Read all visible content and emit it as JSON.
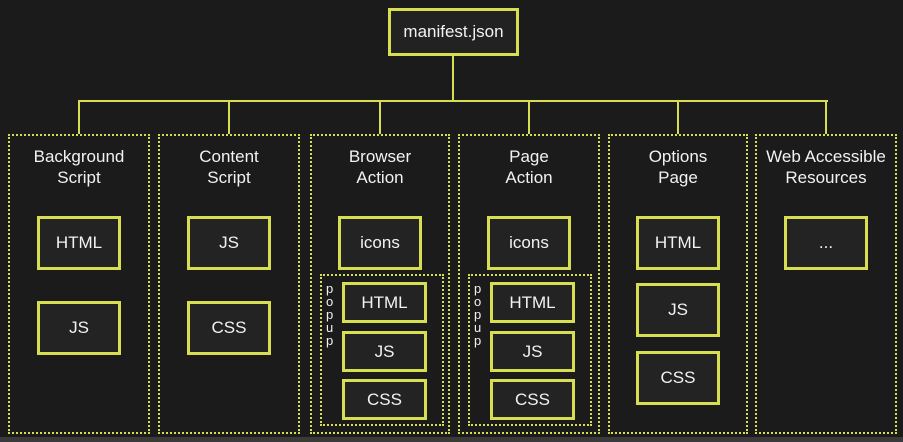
{
  "diagram": {
    "root": {
      "label": "manifest.json"
    },
    "colors": {
      "accent": "#d8de51",
      "background": "#1b1b1b",
      "node_fill": "#232323",
      "text": "#f2f2f2"
    },
    "columns": [
      {
        "title": "Background\nScript",
        "boxes": [
          "HTML",
          "JS"
        ]
      },
      {
        "title": "Content\nScript",
        "boxes": [
          "JS",
          "CSS"
        ]
      },
      {
        "title": "Browser\nAction",
        "boxes": [
          "icons"
        ],
        "popup": {
          "label": "popup",
          "boxes": [
            "HTML",
            "JS",
            "CSS"
          ]
        }
      },
      {
        "title": "Page\nAction",
        "boxes": [
          "icons"
        ],
        "popup": {
          "label": "popup",
          "boxes": [
            "HTML",
            "JS",
            "CSS"
          ]
        }
      },
      {
        "title": "Options\nPage",
        "boxes": [
          "HTML",
          "JS",
          "CSS"
        ]
      },
      {
        "title": "Web Accessible\nResources",
        "boxes": [
          "..."
        ]
      }
    ]
  }
}
